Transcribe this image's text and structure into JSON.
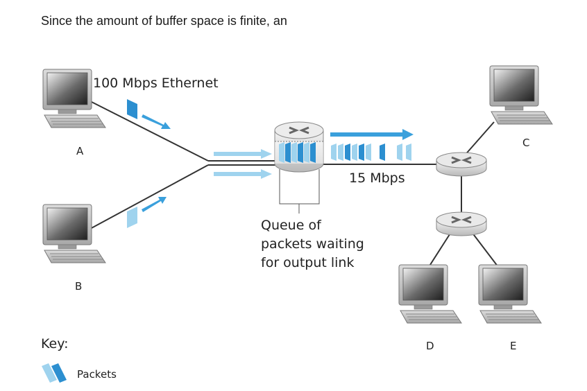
{
  "intro_text": "Since the amount of buffer space is finite, an",
  "diagram": {
    "link_a_label": "100 Mbps Ethernet",
    "link_out_label": "15 Mbps",
    "queue_label_lines": [
      "Queue of",
      "packets waiting",
      "for output link"
    ],
    "hosts": [
      "A",
      "B",
      "C",
      "D",
      "E"
    ],
    "key_title": "Key:",
    "key_packets": "Packets",
    "colors": {
      "packet_light": "#9fd3ee",
      "packet_dark": "#2c8fd0",
      "arrow": "#3aa0dc",
      "link": "#333333"
    }
  }
}
